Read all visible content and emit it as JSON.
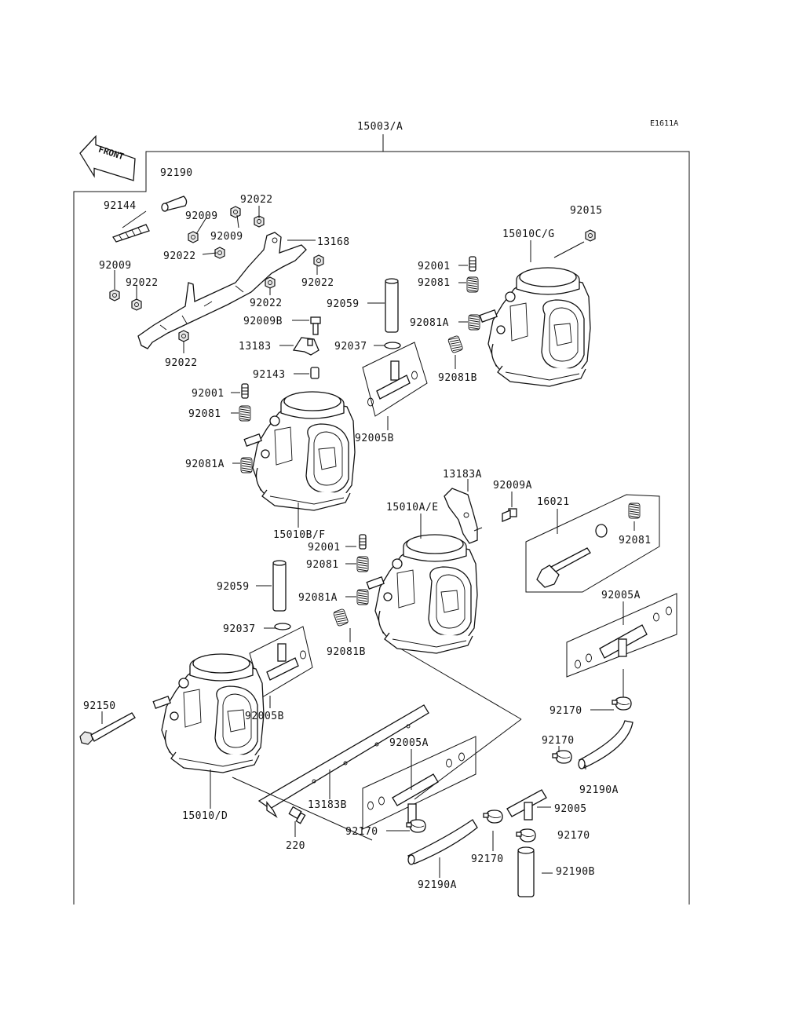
{
  "diagram": {
    "code": "E1611A",
    "front_label": "FRONT",
    "assembly_label": "15003/A",
    "callouts": [
      {
        "id": "c-92190-top",
        "text": "92190"
      },
      {
        "id": "c-92144",
        "text": "92144"
      },
      {
        "id": "c-92009-a",
        "text": "92009"
      },
      {
        "id": "c-92022-a",
        "text": "92022"
      },
      {
        "id": "c-92009-b",
        "text": "92009"
      },
      {
        "id": "c-13168",
        "text": "13168"
      },
      {
        "id": "c-92022-b",
        "text": "92022"
      },
      {
        "id": "c-92009-c",
        "text": "92009"
      },
      {
        "id": "c-92022-c",
        "text": "92022"
      },
      {
        "id": "c-92022-d",
        "text": "92022"
      },
      {
        "id": "c-92022-e",
        "text": "92022"
      },
      {
        "id": "c-92022-f",
        "text": "92022"
      },
      {
        "id": "c-92015",
        "text": "92015"
      },
      {
        "id": "c-15010cg",
        "text": "15010C/G"
      },
      {
        "id": "c-92001-a",
        "text": "92001"
      },
      {
        "id": "c-92081-a",
        "text": "92081"
      },
      {
        "id": "c-92059-a",
        "text": "92059"
      },
      {
        "id": "c-92081A-a",
        "text": "92081A"
      },
      {
        "id": "c-92009B",
        "text": "92009B"
      },
      {
        "id": "c-92037-a",
        "text": "92037"
      },
      {
        "id": "c-13183",
        "text": "13183"
      },
      {
        "id": "c-92081B-a",
        "text": "92081B"
      },
      {
        "id": "c-92143",
        "text": "92143"
      },
      {
        "id": "c-92001-b",
        "text": "92001"
      },
      {
        "id": "c-92081-b",
        "text": "92081"
      },
      {
        "id": "c-92005B-a",
        "text": "92005B"
      },
      {
        "id": "c-92081A-b",
        "text": "92081A"
      },
      {
        "id": "c-13183A",
        "text": "13183A"
      },
      {
        "id": "c-92009A",
        "text": "92009A"
      },
      {
        "id": "c-15010ae",
        "text": "15010A/E"
      },
      {
        "id": "c-16021",
        "text": "16021"
      },
      {
        "id": "c-15010bf",
        "text": "15010B/F"
      },
      {
        "id": "c-92001-c",
        "text": "92001"
      },
      {
        "id": "c-92081-c",
        "text": "92081"
      },
      {
        "id": "c-92081-d",
        "text": "92081"
      },
      {
        "id": "c-92059-b",
        "text": "92059"
      },
      {
        "id": "c-92081A-c",
        "text": "92081A"
      },
      {
        "id": "c-92005A-a",
        "text": "92005A"
      },
      {
        "id": "c-92037-b",
        "text": "92037"
      },
      {
        "id": "c-92081B-b",
        "text": "92081B"
      },
      {
        "id": "c-92150",
        "text": "92150"
      },
      {
        "id": "c-92005B-b",
        "text": "92005B"
      },
      {
        "id": "c-92170-a",
        "text": "92170"
      },
      {
        "id": "c-92005A-b",
        "text": "92005A"
      },
      {
        "id": "c-92170-b",
        "text": "92170"
      },
      {
        "id": "c-13183B",
        "text": "13183B"
      },
      {
        "id": "c-92190A-a",
        "text": "92190A"
      },
      {
        "id": "c-15010d",
        "text": "15010/D"
      },
      {
        "id": "c-92005",
        "text": "92005"
      },
      {
        "id": "c-92170-c",
        "text": "92170"
      },
      {
        "id": "c-92170-d",
        "text": "92170"
      },
      {
        "id": "c-220",
        "text": "220"
      },
      {
        "id": "c-92170-e",
        "text": "92170"
      },
      {
        "id": "c-92190B",
        "text": "92190B"
      },
      {
        "id": "c-92190A-b",
        "text": "92190A"
      }
    ]
  }
}
